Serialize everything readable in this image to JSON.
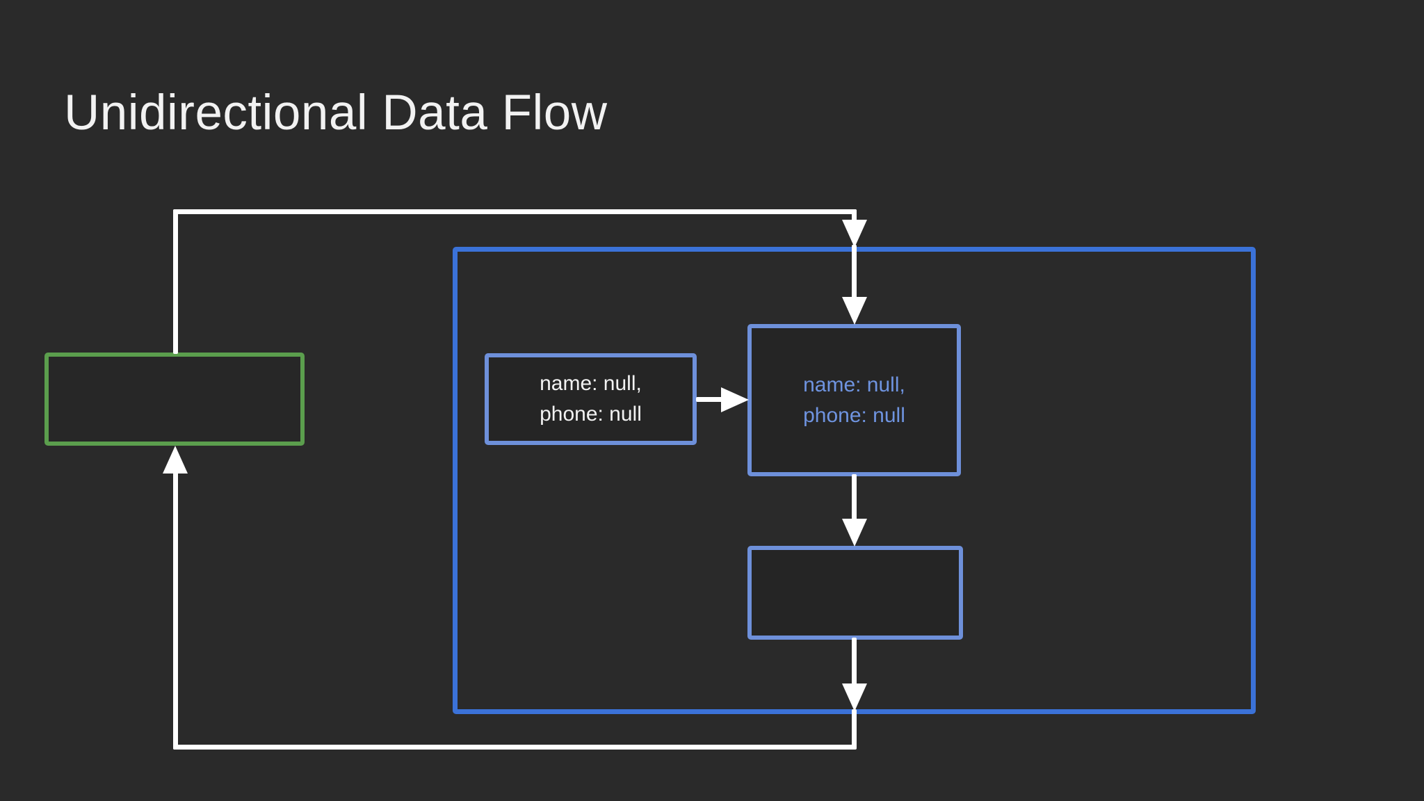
{
  "title": "Unidirectional Data Flow",
  "diagram": {
    "green_box": {
      "label": ""
    },
    "left_data_box": {
      "line1": "name: null,",
      "line2": "phone: null"
    },
    "component_data_box": {
      "line1": "name: null,",
      "line2": "phone: null"
    },
    "bottom_box": {
      "label": ""
    }
  },
  "colors": {
    "background": "#2a2a2a",
    "title_text": "#f2f2f2",
    "green_border": "#5b9e4d",
    "container_border": "#3b72d8",
    "inner_box_border": "#6e90da",
    "blue_text": "#6f94e0",
    "flow_line": "#ffffff"
  }
}
